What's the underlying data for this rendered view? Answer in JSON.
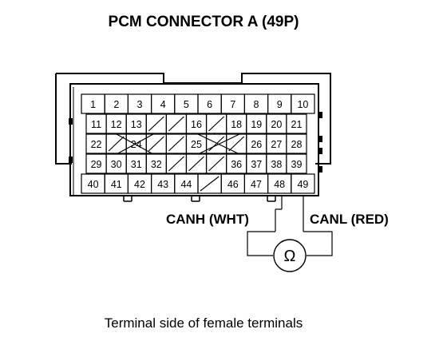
{
  "title": "PCM CONNECTOR A (49P)",
  "caption": "Terminal side of female terminals",
  "labels": {
    "canh": "CANH (WHT)",
    "canl": "CANL (RED)"
  },
  "meter_symbol": "Ω",
  "connector": {
    "rows": [
      [
        "1",
        "2",
        "3",
        "4",
        "5",
        "6",
        "7",
        "8",
        "9",
        "10"
      ],
      [
        "11",
        "12",
        "13",
        "",
        "",
        "16",
        "",
        "18",
        "19",
        "20",
        "21"
      ],
      [
        "22",
        "",
        "24",
        "",
        "",
        "25",
        "",
        "",
        "26",
        "27",
        "28"
      ],
      [
        "29",
        "30",
        "31",
        "32",
        "",
        "",
        "",
        "36",
        "37",
        "38",
        "39"
      ],
      [
        "40",
        "41",
        "42",
        "43",
        "44",
        "",
        "46",
        "47",
        "48",
        "49"
      ]
    ]
  }
}
